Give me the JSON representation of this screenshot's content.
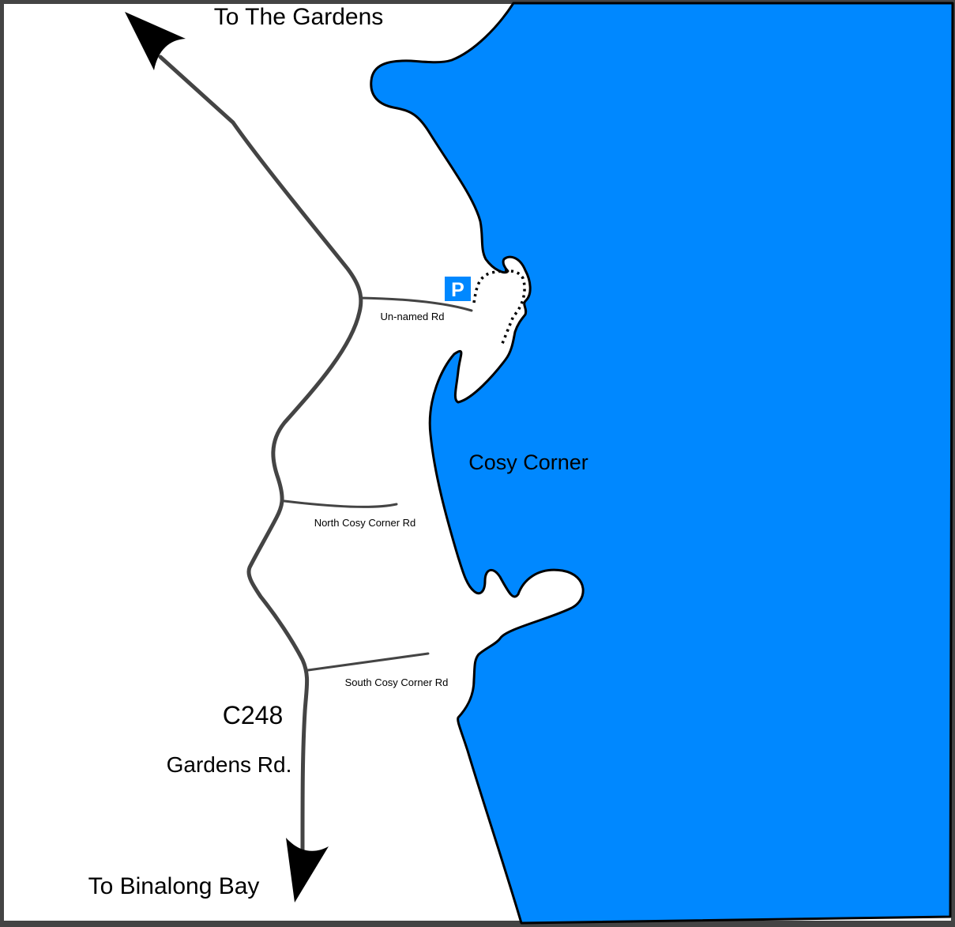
{
  "map": {
    "colors": {
      "water": "#0088ff",
      "land": "#ffffff",
      "frame": "#444444",
      "main_road": "#444444",
      "side_road": "#444444",
      "coastline": "#000000",
      "parking_bg": "#0088ff",
      "parking_fg": "#ffffff"
    },
    "labels": {
      "north_direction": "To The Gardens",
      "south_direction": "To Binalong Bay",
      "road_number": "C248",
      "road_name": "Gardens Rd.",
      "place": "Cosy Corner",
      "unnamed_rd": "Un-named Rd",
      "north_rd": "North Cosy Corner Rd",
      "south_rd": "South Cosy Corner Rd"
    },
    "parking": {
      "symbol": "P",
      "icon": "parking-icon"
    }
  }
}
